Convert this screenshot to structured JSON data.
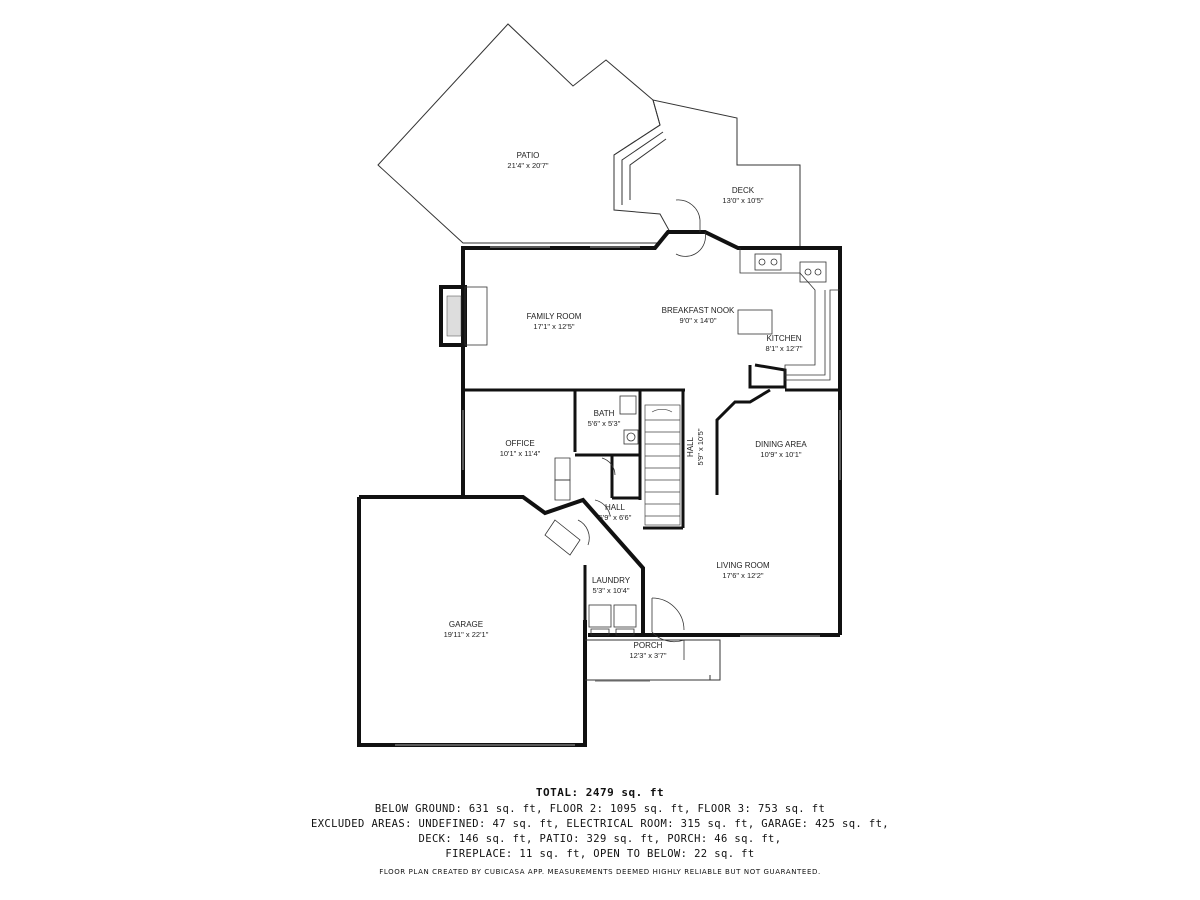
{
  "rooms": [
    {
      "id": "patio",
      "name": "PATIO",
      "dims": "21'4\" x 20'7\""
    },
    {
      "id": "deck",
      "name": "DECK",
      "dims": "13'0\" x 10'5\""
    },
    {
      "id": "family-room",
      "name": "FAMILY ROOM",
      "dims": "17'1\" x 12'5\""
    },
    {
      "id": "breakfast-nook",
      "name": "BREAKFAST NOOK",
      "dims": "9'0\" x 14'0\""
    },
    {
      "id": "kitchen",
      "name": "KITCHEN",
      "dims": "8'1\" x 12'7\""
    },
    {
      "id": "bath",
      "name": "BATH",
      "dims": "5'6\" x 5'3\""
    },
    {
      "id": "office",
      "name": "OFFICE",
      "dims": "10'1\" x 11'4\""
    },
    {
      "id": "hall-1",
      "name": "HALL",
      "dims": "5'9\" x 10'5\""
    },
    {
      "id": "dining-area",
      "name": "DINING AREA",
      "dims": "10'9\" x 10'1\""
    },
    {
      "id": "hall-2",
      "name": "HALL",
      "dims": "5'9\" x 6'6\""
    },
    {
      "id": "living-room",
      "name": "LIVING ROOM",
      "dims": "17'6\" x 12'2\""
    },
    {
      "id": "laundry",
      "name": "LAUNDRY",
      "dims": "5'3\" x 10'4\""
    },
    {
      "id": "garage",
      "name": "GARAGE",
      "dims": "19'11\" x 22'1\""
    },
    {
      "id": "porch",
      "name": "PORCH",
      "dims": "12'3\" x 3'7\""
    }
  ],
  "summary": {
    "total": "TOTAL: 2479 sq. ft",
    "lines": [
      "BELOW GROUND: 631 sq. ft, FLOOR 2: 1095 sq. ft, FLOOR 3: 753 sq. ft",
      "EXCLUDED AREAS: UNDEFINED: 47 sq. ft, ELECTRICAL ROOM: 315 sq. ft, GARAGE: 425 sq. ft,",
      "DECK: 146 sq. ft, PATIO: 329 sq. ft, PORCH: 46 sq. ft,",
      "FIREPLACE: 11 sq. ft, OPEN TO BELOW: 22 sq. ft"
    ]
  },
  "disclaimer": "FLOOR PLAN CREATED BY CUBICASA APP. MEASUREMENTS DEEMED HIGHLY RELIABLE BUT NOT GUARANTEED."
}
